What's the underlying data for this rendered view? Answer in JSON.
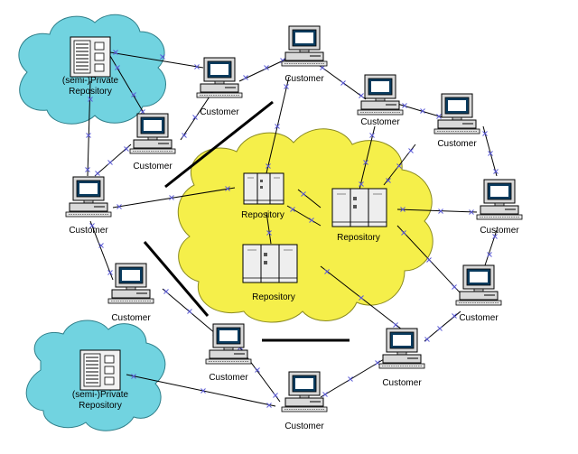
{
  "colors": {
    "private_cloud": "#71d3e0",
    "central_cloud": "#f5ef4a",
    "line": "#000000",
    "x_marker": "#5b5bd6",
    "screen": "#0a3b5e"
  },
  "icons": {
    "customer": "computer-terminal-icon",
    "repository": "server-rack-icon"
  },
  "labels": {
    "customer": "Customer",
    "repository": "Repository",
    "private_repository_top_line1": "(semi-)Private",
    "private_repository_top_line2": "Repository",
    "private_repository_bottom_line1": "(semi-)Private",
    "private_repository_bottom_line2": "Repository"
  }
}
